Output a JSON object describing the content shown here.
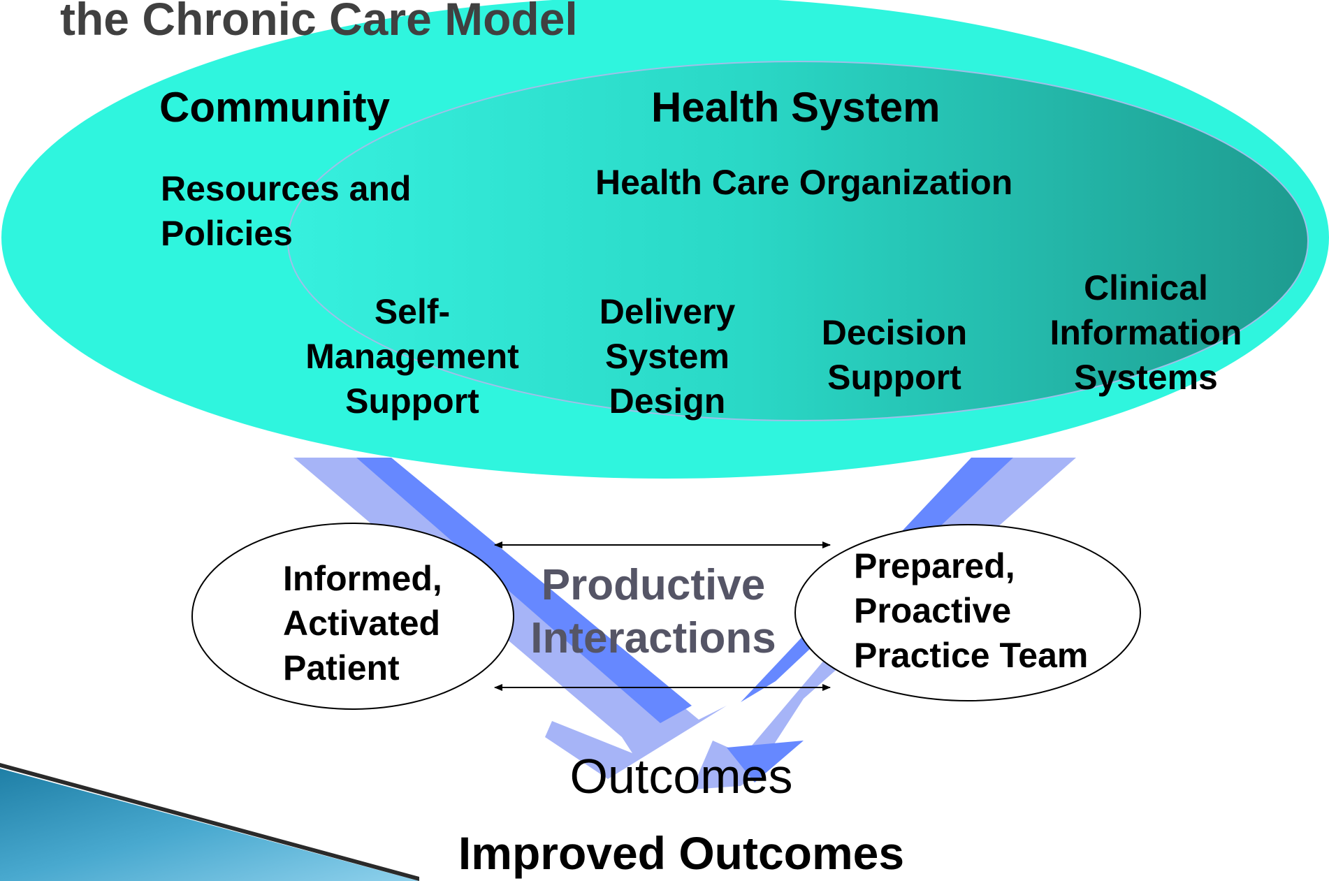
{
  "title": "the Chronic Care Model",
  "community": {
    "heading": "Community",
    "resources_lines": [
      "Resources and",
      "Policies"
    ]
  },
  "health_system": {
    "heading": "Health System",
    "organization": "Health Care Organization"
  },
  "elements": {
    "self_management": [
      "Self-",
      "Management",
      "Support"
    ],
    "delivery_system": [
      "Delivery",
      "System",
      "Design"
    ],
    "decision_support": [
      "Decision",
      "Support"
    ],
    "clinical_info": [
      "Clinical",
      "Information",
      "Systems"
    ]
  },
  "patient": [
    "Informed,",
    "Activated",
    "Patient"
  ],
  "team": [
    "Prepared,",
    "Proactive",
    "Practice Team"
  ],
  "interactions": [
    "Productive",
    "Interactions"
  ],
  "outcomes_label": "Outcomes",
  "improved_outcomes": "Improved Outcomes",
  "colors": {
    "community_fill": "#2ff5de",
    "health_system_fill_left": "#33eedb",
    "health_system_fill_right": "#1f9f93",
    "arrow_light": "#a6b4f7",
    "arrow_dark": "#6688ff",
    "title_gray": "#404040",
    "interactions_gray": "#555566"
  }
}
